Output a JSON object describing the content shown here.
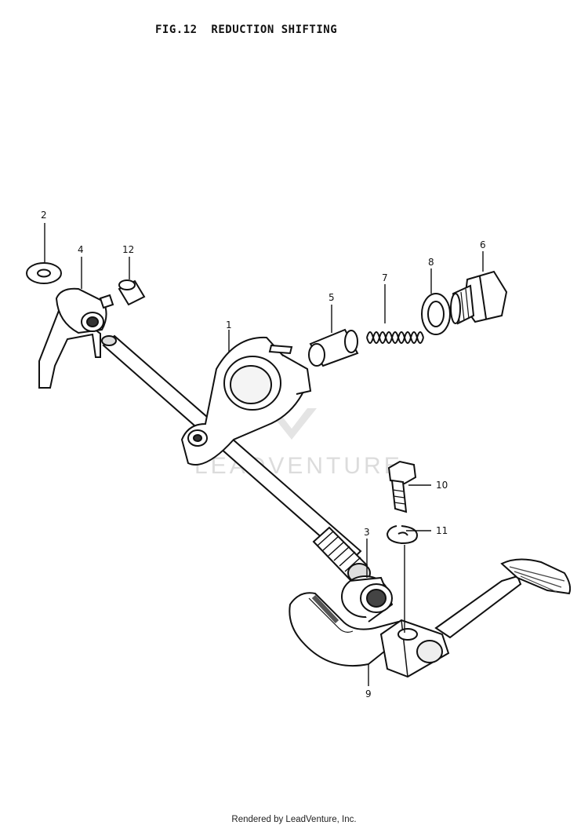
{
  "header": {
    "title": "FIG.12  REDUCTION SHIFTING"
  },
  "watermark": {
    "brand": "LEADVENTURE"
  },
  "callouts": [
    {
      "id": "label-2",
      "text": "2"
    },
    {
      "id": "label-4",
      "text": "4"
    },
    {
      "id": "label-12",
      "text": "12"
    },
    {
      "id": "label-1",
      "text": "1"
    },
    {
      "id": "label-5",
      "text": "5"
    },
    {
      "id": "label-7",
      "text": "7"
    },
    {
      "id": "label-8",
      "text": "8"
    },
    {
      "id": "label-6",
      "text": "6"
    },
    {
      "id": "label-10",
      "text": "10"
    },
    {
      "id": "label-11",
      "text": "11"
    },
    {
      "id": "label-3",
      "text": "3"
    },
    {
      "id": "label-9",
      "text": "9"
    }
  ],
  "footer": {
    "text": "Rendered by LeadVenture, Inc."
  }
}
